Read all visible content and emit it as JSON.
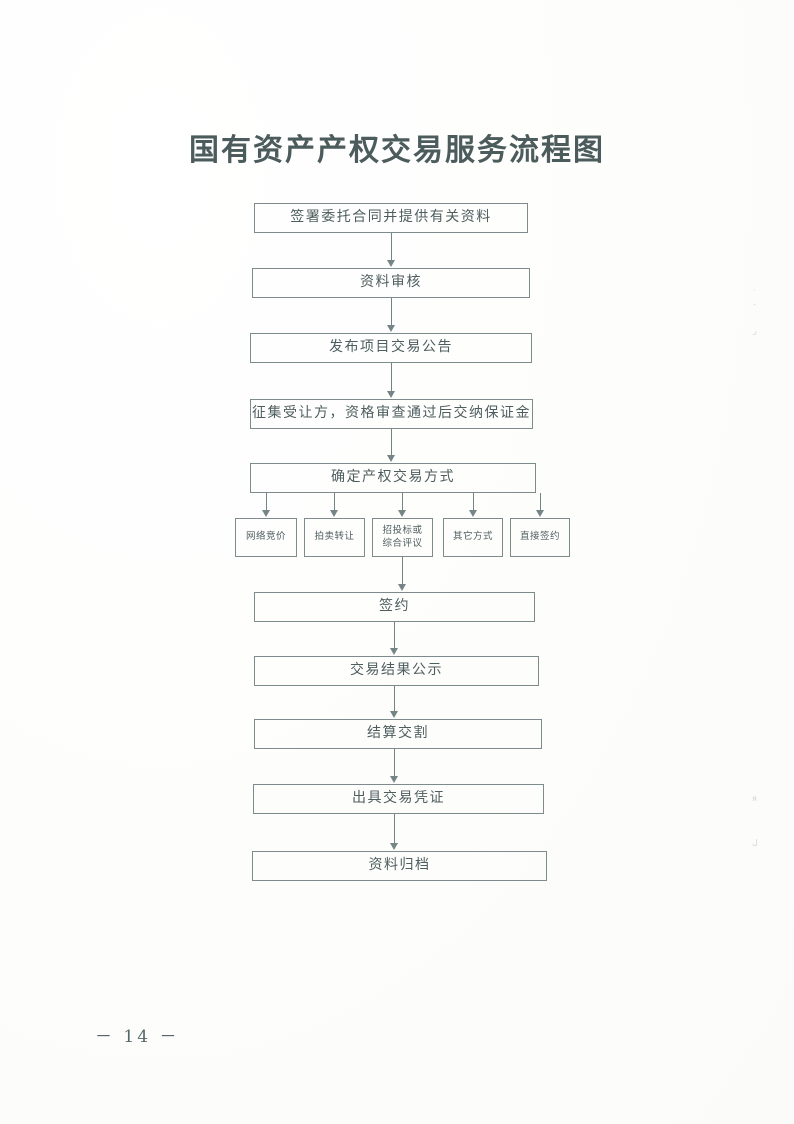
{
  "document": {
    "title": "国有资产产权交易服务流程图",
    "page_number": "－ 14 －"
  },
  "flowchart": {
    "type": "flowchart",
    "orientation": "top-to-bottom",
    "main_steps": [
      {
        "id": "step-1",
        "label": "签署委托合同并提供有关资料"
      },
      {
        "id": "step-2",
        "label": "资料审核"
      },
      {
        "id": "step-3",
        "label": "发布项目交易公告"
      },
      {
        "id": "step-4",
        "label": "征集受让方，资格审查通过后交纳保证金"
      },
      {
        "id": "step-5",
        "label": "确定产权交易方式"
      },
      {
        "id": "step-6",
        "label": "签约"
      },
      {
        "id": "step-7",
        "label": "交易结果公示"
      },
      {
        "id": "step-8",
        "label": "结算交割"
      },
      {
        "id": "step-9",
        "label": "出具交易凭证"
      },
      {
        "id": "step-10",
        "label": "资料归档"
      }
    ],
    "branches": [
      {
        "id": "branch-1",
        "label": "网络竞价"
      },
      {
        "id": "branch-2",
        "label": "拍卖转让"
      },
      {
        "id": "branch-3",
        "line1": "招投标或",
        "line2": "综合评议"
      },
      {
        "id": "branch-4",
        "label": "其它方式"
      },
      {
        "id": "branch-5",
        "label": "直接签约"
      }
    ],
    "colors": {
      "line": "#7d8b8c",
      "text": "#4e5d5e",
      "title": "#4c5b5c",
      "background": "#fefefe"
    }
  },
  "margin_marks": [
    {
      "id": "mark-1",
      "glyph": "·"
    },
    {
      "id": "mark-2",
      "glyph": "-"
    },
    {
      "id": "mark-3",
      "glyph": "ر"
    },
    {
      "id": "mark-4",
      "glyph": "я"
    },
    {
      "id": "mark-5",
      "glyph": "ل"
    }
  ]
}
